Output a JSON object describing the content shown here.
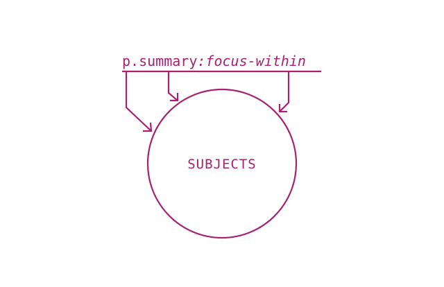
{
  "diagram": {
    "selector": {
      "element_part": "p.summary",
      "pseudo_part": ":focus-within"
    },
    "subject_label": "SUBJECTS",
    "colors": {
      "stroke": "#a8216f",
      "background": "#ffffff"
    },
    "arrows": [
      {
        "name": "arrow-left"
      },
      {
        "name": "arrow-middle"
      },
      {
        "name": "arrow-right"
      }
    ]
  }
}
